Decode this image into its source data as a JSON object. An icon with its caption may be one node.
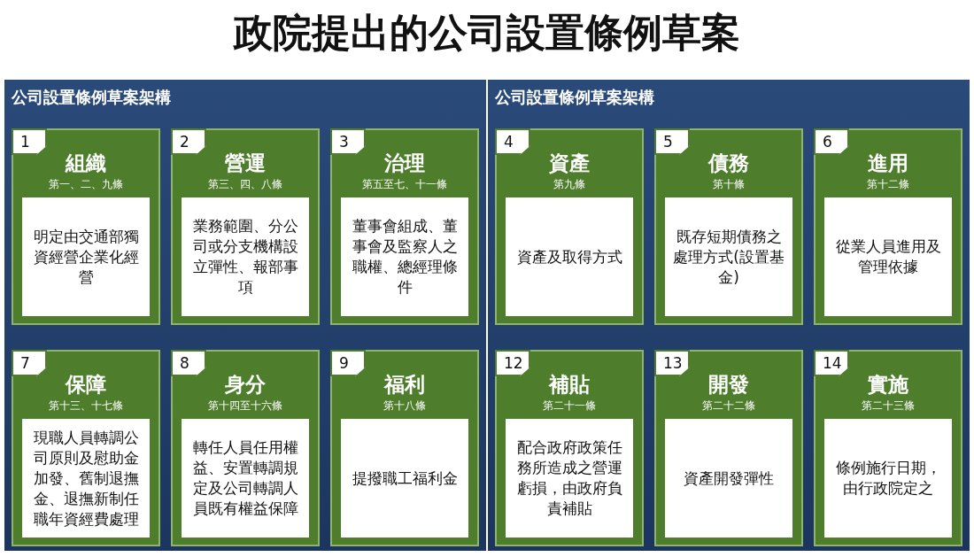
{
  "diagram": {
    "title": "政院提出的公司設置條例草案",
    "nodes": [
      {
        "text": [
          "公司設置條例草案架構"
        ]
      },
      {
        "text": [
          "1",
          "組織",
          "第一、二、九條"
        ],
        "in": 0
      },
      {
        "text": [
          "明定由交通部獨資經營企業化經營"
        ],
        "in": 1
      },
      {
        "text": [
          "2",
          "營運",
          "第三、四、八條"
        ],
        "in": 0
      },
      {
        "text": [
          "業務範圍、分公司或分支機構設立彈性、報部事項"
        ],
        "in": 3
      },
      {
        "text": [
          "3",
          "治理",
          "第五至七、十一條"
        ],
        "in": 0
      },
      {
        "text": [
          "董事會組成、董事會及監察人之職權、總經理條件"
        ],
        "in": 5
      },
      {
        "text": [
          "7",
          "保障",
          "第十三、十七條"
        ],
        "in": 0
      },
      {
        "text": [
          "現職人員轉調公司原則及慰助金加發、舊制退撫金、退撫新制任職年資經費處理"
        ],
        "in": 7
      },
      {
        "text": [
          "8",
          "身分",
          "第十四至十六條"
        ],
        "in": 0
      },
      {
        "text": [
          "轉任人員任用權益、安置轉調規定及公司轉調人員既有權益保障"
        ],
        "in": 9
      },
      {
        "text": [
          "9",
          "福利",
          "第十八條"
        ],
        "in": 0
      },
      {
        "text": [
          "提撥職工福利金"
        ],
        "in": 11
      },
      {
        "text": [
          "公司設置條例草案架構"
        ]
      },
      {
        "text": [
          "4",
          "資產",
          "第九條"
        ],
        "in": 13
      },
      {
        "text": [
          "資產及取得方式"
        ],
        "in": 14
      },
      {
        "text": [
          "5",
          "債務",
          "第十條"
        ],
        "in": 13
      },
      {
        "text": [
          "既存短期債務之處理方式(設置基金)"
        ],
        "in": 16
      },
      {
        "text": [
          "6",
          "進用",
          "第十二條"
        ],
        "in": 13
      },
      {
        "text": [
          "從業人員進用及管理依據"
        ],
        "in": 18
      },
      {
        "text": [
          "12",
          "補貼",
          "第二十一條"
        ],
        "in": 13
      },
      {
        "text": [
          "配合政府政策任務所造成之營運虧損，由政府負責補貼"
        ],
        "in": 20
      },
      {
        "text": [
          "13",
          "開發",
          "第二十二條"
        ],
        "in": 13
      },
      {
        "text": [
          "資產開發彈性"
        ],
        "in": 22
      },
      {
        "text": [
          "14",
          "實施",
          "第二十三條"
        ],
        "in": 13
      },
      {
        "text": [
          "條例施行日期，由行政院定之"
        ],
        "in": 24
      }
    ],
    "edges": []
  }
}
